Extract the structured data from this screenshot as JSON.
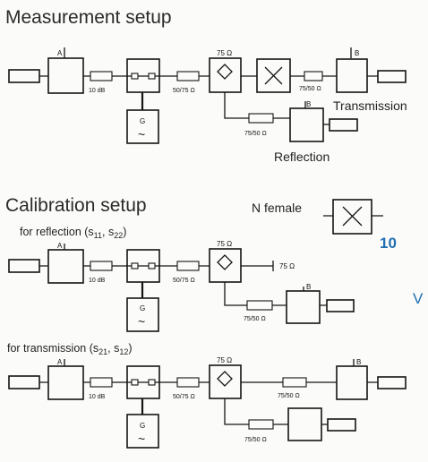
{
  "measurement": {
    "title": "Measurement setup",
    "port_a": "A",
    "port_b": "B",
    "port_b2": "B",
    "atten": "10 dB",
    "match1": "50/75 Ω",
    "bridge_z": "75 Ω",
    "match2": "75/50 Ω",
    "match3": "75/50 Ω",
    "transmission": "Transmission",
    "reflection": "Reflection",
    "gen": "G",
    "tilde": "~"
  },
  "calibration": {
    "title": "Calibration setup",
    "connector": "N female",
    "reflection": {
      "caption_pre": "for reflection (s",
      "s1": "11",
      "mid": ", s",
      "s2": "22",
      "post": ")",
      "port_a": "A",
      "port_b": "B",
      "atten": "10 dB",
      "match1": "50/75 Ω",
      "bridge_z": "75 Ω",
      "term": "75 Ω",
      "match2": "75/50 Ω",
      "gen": "G",
      "tilde": "~"
    },
    "transmission": {
      "caption_pre": "for transmission (s",
      "s1": "21",
      "mid": ", s",
      "s2": "12",
      "post": ")",
      "port_a": "A",
      "port_b": "B",
      "atten": "10 dB",
      "match1": "50/75 Ω",
      "bridge_z": "75 Ω",
      "match_thru": "75/50 Ω",
      "match2": "75/50 Ω",
      "gen": "G",
      "tilde": "~"
    }
  },
  "edge": {
    "number": "10",
    "letter": "V"
  }
}
